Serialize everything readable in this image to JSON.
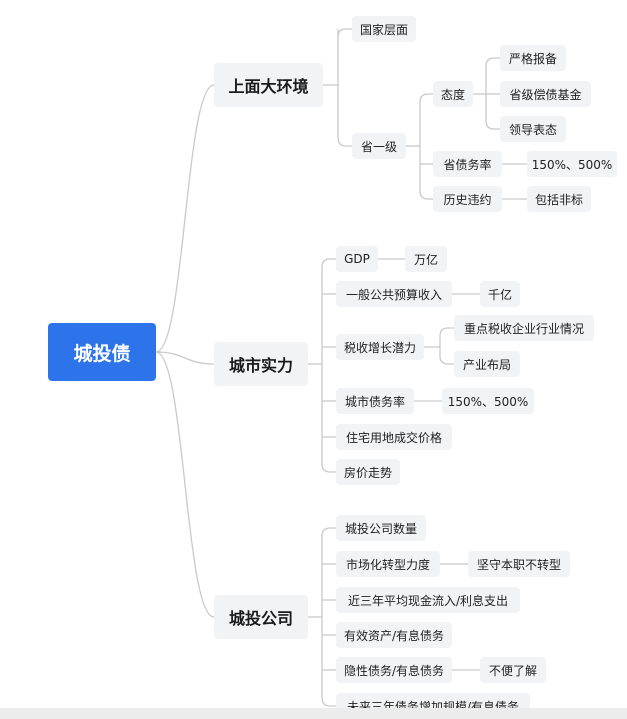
{
  "root": "城投债",
  "branches": {
    "env": {
      "label": "上面大环境",
      "national": "国家层面",
      "province": {
        "label": "省一级",
        "attitude": {
          "label": "态度",
          "items": [
            "严格报备",
            "省级偿债基金",
            "领导表态"
          ]
        },
        "debt_ratio": {
          "label": "省债务率",
          "value": "150%、500%"
        },
        "default_history": {
          "label": "历史违约",
          "value": "包括非标"
        }
      }
    },
    "city": {
      "label": "城市实力",
      "gdp": {
        "label": "GDP",
        "value": "万亿"
      },
      "budget": {
        "label": "一般公共预算收入",
        "value": "千亿"
      },
      "tax": {
        "label": "税收增长潜力",
        "items": [
          "重点税收企业行业情况",
          "产业布局"
        ]
      },
      "debt_ratio": {
        "label": "城市债务率",
        "value": "150%、500%"
      },
      "land_price": "住宅用地成交价格",
      "house_price": "房价走势"
    },
    "company": {
      "label": "城投公司",
      "count": "城投公司数量",
      "transform": {
        "label": "市场化转型力度",
        "value": "坚守本职不转型"
      },
      "cashflow": "近三年平均现金流入/利息支出",
      "assets": "有效资产/有息债务",
      "hidden": {
        "label": "隐性债务/有息债务",
        "value": "不便了解"
      },
      "future": "未来三年债务增加规模/有息债务"
    }
  }
}
